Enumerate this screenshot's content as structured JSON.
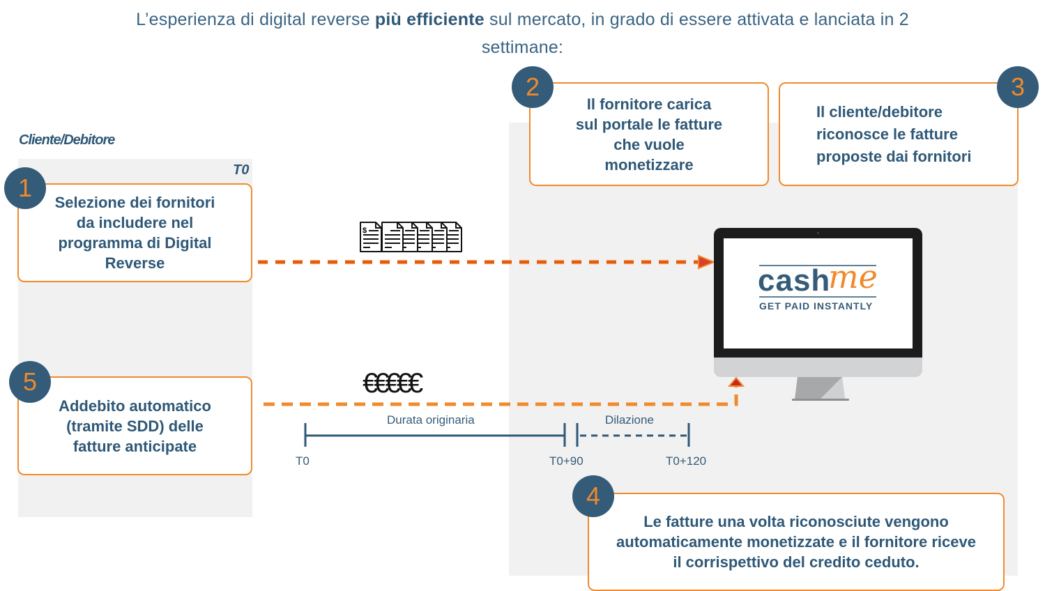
{
  "header": {
    "title_part1": "L’esperienza di digital reverse ",
    "title_bold": "più efficiente",
    "title_part2": " sul mercato, in grado di essere attivata e lanciata in 2",
    "title_line2": "settimane:"
  },
  "lane": {
    "label": "Cliente/Debitore",
    "time_marker": "T0"
  },
  "steps": [
    {
      "number": "1",
      "lines": [
        "Selezione dei fornitori",
        "da includere nel",
        "programma di Digital",
        "Reverse"
      ]
    },
    {
      "number": "2",
      "lines": [
        "Il fornitore  carica",
        "sul portale  le fatture",
        "che vuole",
        "monetizzare"
      ]
    },
    {
      "number": "3",
      "lines": [
        "Il cliente/debitore",
        "riconosce le fatture",
        "proposte dai fornitori"
      ]
    },
    {
      "number": "4",
      "lines": [
        "Le fatture una volta riconosciute vengono",
        "automaticamente monetizzate e il fornitore riceve",
        "il corrispettivo del credito ceduto."
      ]
    },
    {
      "number": "5",
      "lines": [
        "Addebito  automatico",
        "(tramite  SDD) delle",
        "fatture anticipate"
      ]
    }
  ],
  "flow": {
    "invoice_icon_count": 6,
    "euro_symbols": "€€€€€"
  },
  "portal": {
    "logo_main": "cash",
    "logo_script": "me",
    "tagline": "GET PAID INSTANTLY"
  },
  "timeline": {
    "segments": [
      {
        "label": "Durata originaria",
        "style": "solid"
      },
      {
        "label": "Dilazione",
        "style": "dashed"
      }
    ],
    "ticks": [
      "T0",
      "T0+90",
      "T0+120"
    ]
  },
  "colors": {
    "accent_orange": "#f08a2c",
    "badge_blue": "#345b78",
    "text_blue": "#2f5877",
    "panel_gray": "#f1f1f1"
  }
}
